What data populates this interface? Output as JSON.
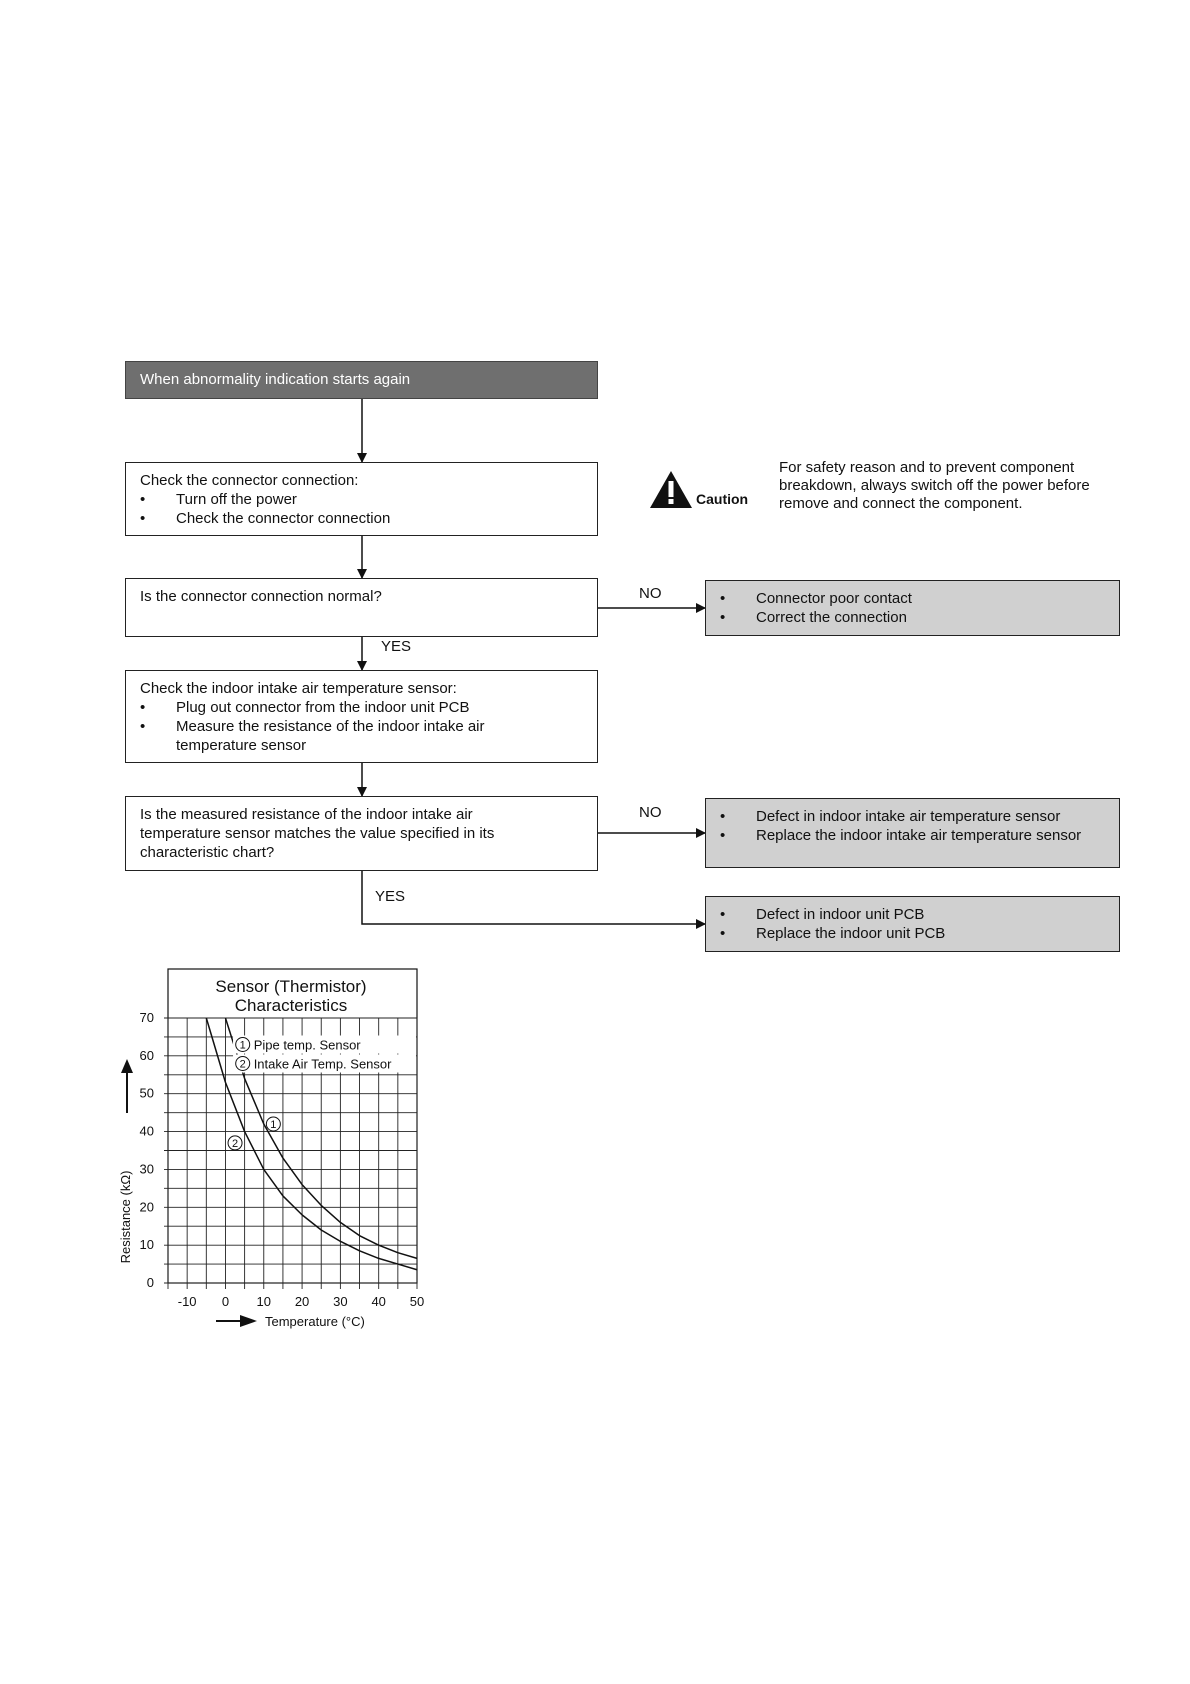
{
  "flow": {
    "start": "When abnormality indication starts again",
    "step1": {
      "title": "Check the connector connection:",
      "items": [
        "Turn off the power",
        "Check the connector connection"
      ]
    },
    "q1": "Is the connector connection normal?",
    "q1_no": "NO",
    "q1_yes": "YES",
    "result1": [
      "Connector poor contact",
      "Correct the connection"
    ],
    "step2": {
      "title": "Check the indoor intake air temperature sensor:",
      "items": [
        "Plug out connector from the indoor unit PCB",
        "Measure the resistance of the indoor intake air temperature sensor"
      ]
    },
    "q2": "Is the measured resistance of the indoor intake air temperature sensor matches the value specified in its characteristic chart?",
    "q2_no": "NO",
    "q2_yes": "YES",
    "result2": [
      "Defect in indoor intake air temperature sensor",
      "Replace the indoor intake air temperature sensor"
    ],
    "result3": [
      "Defect in indoor unit PCB",
      "Replace the indoor unit PCB"
    ]
  },
  "caution": {
    "label": "Caution",
    "text": "For safety reason and to prevent component breakdown, always switch off the power before remove and connect the component.",
    "icon": "warning-triangle-icon"
  },
  "chart_data": {
    "type": "line",
    "title": "Sensor (Thermistor) Characteristics",
    "xlabel": "Temperature (°C)",
    "ylabel": "Resistance (kΩ)",
    "xlim": [
      -15,
      50
    ],
    "ylim": [
      0,
      70
    ],
    "x_ticks": [
      "-10",
      "0",
      "10",
      "20",
      "30",
      "40",
      "50"
    ],
    "y_ticks": [
      "0",
      "10",
      "20",
      "30",
      "40",
      "50",
      "60",
      "70"
    ],
    "grid": true,
    "legend": "top-right",
    "series": [
      {
        "name": "Pipe temp. Sensor",
        "marker": "1",
        "x": [
          0,
          5,
          10,
          15,
          20,
          25,
          30,
          35,
          40,
          45,
          50
        ],
        "y": [
          70,
          54,
          42,
          33,
          26,
          20.5,
          16,
          12.5,
          10,
          8,
          6.5
        ]
      },
      {
        "name": "Intake Air Temp. Sensor",
        "marker": "2",
        "x": [
          -5,
          0,
          5,
          10,
          15,
          20,
          25,
          30,
          35,
          40,
          45,
          50
        ],
        "y": [
          70,
          53,
          40,
          30,
          23,
          18,
          14,
          11,
          8.5,
          6.5,
          5,
          3.5
        ]
      }
    ]
  }
}
